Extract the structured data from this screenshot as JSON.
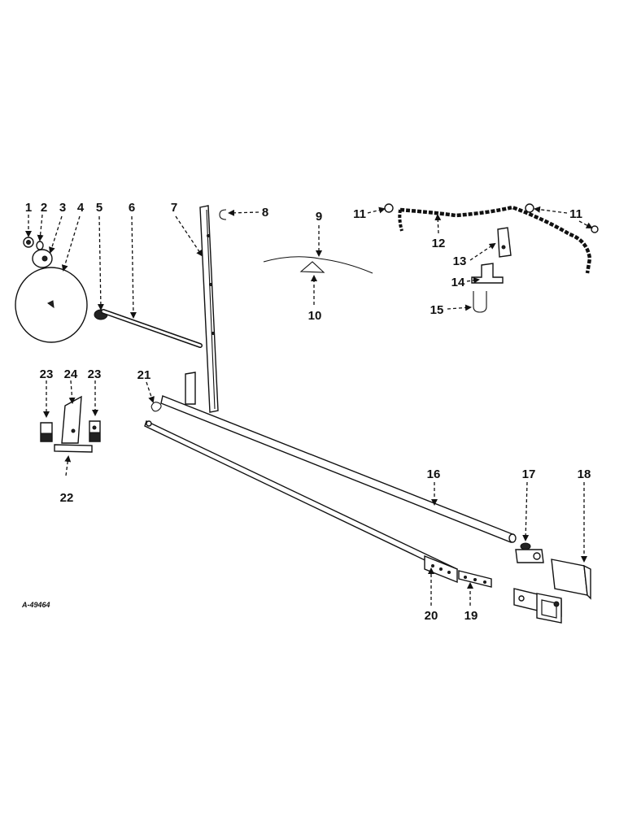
{
  "drawing_ref": "A-49464",
  "callouts": {
    "c1": "1",
    "c2": "2",
    "c3": "3",
    "c4": "4",
    "c5": "5",
    "c6": "6",
    "c7": "7",
    "c8": "8",
    "c9": "9",
    "c10": "10",
    "c11a": "11",
    "c11b": "11",
    "c12": "12",
    "c13": "13",
    "c14": "14",
    "c15": "15",
    "c16": "16",
    "c17": "17",
    "c18": "18",
    "c19": "19",
    "c20": "20",
    "c21": "21",
    "c22": "22",
    "c23a": "23",
    "c23b": "23",
    "c24": "24"
  }
}
